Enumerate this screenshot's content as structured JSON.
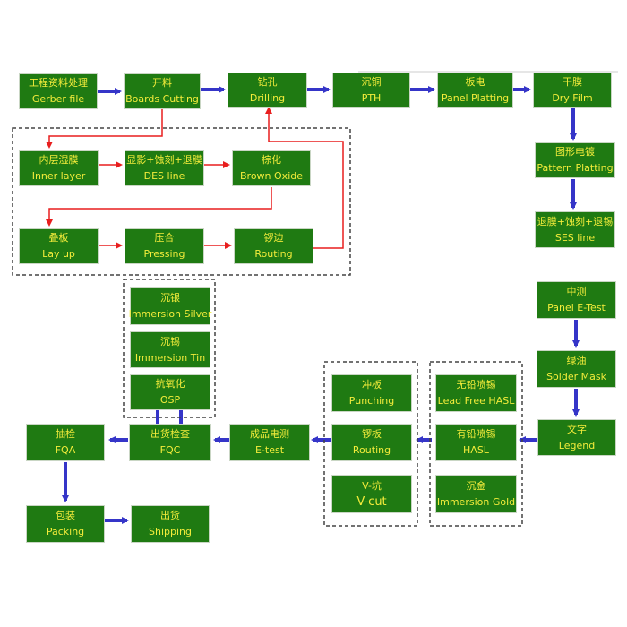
{
  "colors": {
    "box_fill": "#1f7a12",
    "box_text": "#f3ec3b",
    "arrow_blue": "#3535c8",
    "arrow_red": "#e81e1e",
    "group_border": "#444444"
  },
  "nodes": {
    "gerber": {
      "cn": "工程资料处理",
      "en": "Gerber file"
    },
    "cutting": {
      "cn": "开料",
      "en": "Boards Cutting"
    },
    "drilling": {
      "cn": "钻孔",
      "en": "Drilling"
    },
    "pth": {
      "cn": "沉铜",
      "en": "PTH"
    },
    "panel_plating": {
      "cn": "板电",
      "en": "Panel Platting"
    },
    "dry_film": {
      "cn": "干膜",
      "en": "Dry Film"
    },
    "inner_layer": {
      "cn": "内层湿膜",
      "en": "Inner layer"
    },
    "des_line": {
      "cn": "显影+蚀刻+退膜",
      "en": "DES line"
    },
    "brown_oxide": {
      "cn": "棕化",
      "en": "Brown Oxide"
    },
    "lay_up": {
      "cn": "叠板",
      "en": "Lay up"
    },
    "pressing": {
      "cn": "压合",
      "en": "Pressing"
    },
    "routing_inner": {
      "cn": "锣边",
      "en": "Routing"
    },
    "pattern_plating": {
      "cn": "图形电镀",
      "en": "Pattern Platting"
    },
    "ses_line": {
      "cn": "退膜+蚀刻+退锡",
      "en": "SES line"
    },
    "immersion_silver": {
      "cn": "沉银",
      "en": "Immersion Silver"
    },
    "immersion_tin": {
      "cn": "沉锡",
      "en": "Immersion Tin"
    },
    "osp": {
      "cn": "抗氧化",
      "en": "OSP"
    },
    "panel_etest": {
      "cn": "中测",
      "en": "Panel E-Test"
    },
    "solder_mask": {
      "cn": "绿油",
      "en": "Solder Mask"
    },
    "legend": {
      "cn": "文字",
      "en": "Legend"
    },
    "lead_free_hasl": {
      "cn": "无铅喷锡",
      "en": "Lead Free HASL"
    },
    "hasl": {
      "cn": "有铅喷锡",
      "en": "HASL"
    },
    "immersion_gold": {
      "cn": "沉金",
      "en": "Immersion Gold"
    },
    "punching": {
      "cn": "冲板",
      "en": "Punching"
    },
    "routing_outer": {
      "cn": "锣板",
      "en": "Routing"
    },
    "vcut": {
      "cn": "V-坑",
      "en": "V-cut"
    },
    "etest": {
      "cn": "成品电测",
      "en": "E-test"
    },
    "fqc": {
      "cn": "出货检查",
      "en": "FQC"
    },
    "fqa": {
      "cn": "抽检",
      "en": "FQA"
    },
    "packing": {
      "cn": "包装",
      "en": "Packing"
    },
    "shipping": {
      "cn": "出货",
      "en": "Shipping"
    }
  }
}
